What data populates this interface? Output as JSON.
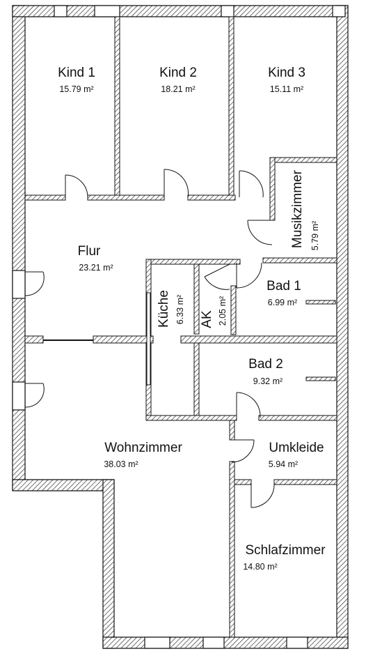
{
  "rooms": [
    {
      "key": "kind1",
      "name": "Kind 1",
      "area": "15.79 m²"
    },
    {
      "key": "kind2",
      "name": "Kind 2",
      "area": "18.21 m²"
    },
    {
      "key": "kind3",
      "name": "Kind 3",
      "area": "15.11 m²"
    },
    {
      "key": "musik",
      "name": "Musikzimmer",
      "area": "5.79 m²"
    },
    {
      "key": "flur",
      "name": "Flur",
      "area": "23.21 m²"
    },
    {
      "key": "kueche",
      "name": "Küche",
      "area": "6.33 m²"
    },
    {
      "key": "ak",
      "name": "AK",
      "area": "2.05 m²"
    },
    {
      "key": "bad1",
      "name": "Bad 1",
      "area": "6.99 m²"
    },
    {
      "key": "bad2",
      "name": "Bad 2",
      "area": "9.32 m²"
    },
    {
      "key": "umkleide",
      "name": "Umkleide",
      "area": "5.94 m²"
    },
    {
      "key": "wohn",
      "name": "Wohnzimmer",
      "area": "38.03 m²"
    },
    {
      "key": "schlaf",
      "name": "Schlafzimmer",
      "area": "14.80 m²"
    }
  ]
}
